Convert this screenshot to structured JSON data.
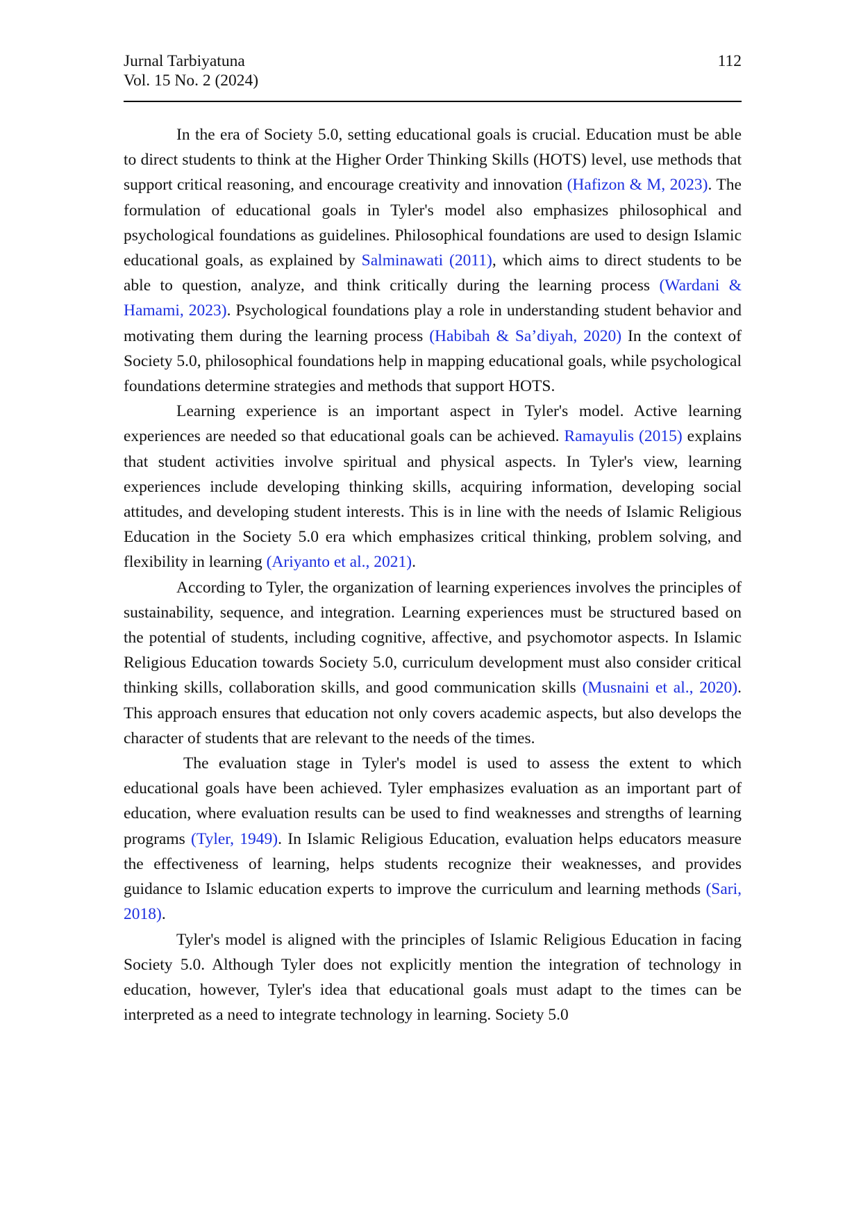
{
  "header": {
    "journal": "Jurnal Tarbiyatuna",
    "volume": "Vol. 15 No. 2 (2024)",
    "page_number": "112"
  },
  "paragraphs": [
    [
      {
        "t": "In the era of Society 5.0, setting educational goals is crucial. Education must be able to direct students to think at the Higher Order Thinking Skills (HOTS) level, use methods that support critical reasoning, and encourage creativity and innovation "
      },
      {
        "t": "(Hafizon & M, 2023)",
        "cite": true
      },
      {
        "t": ". The formulation of educational goals in Tyler's model also emphasizes philosophical and psychological foundations as guidelines. Philosophical foundations are used to design Islamic educational goals, as explained by "
      },
      {
        "t": "Salminawati (2011)",
        "cite": true
      },
      {
        "t": ", which aims to direct students to be able to question, analyze, and think critically during the learning process "
      },
      {
        "t": "(Wardani & Hamami, 2023)",
        "cite": true
      },
      {
        "t": ". Psychological foundations play a role in understanding student behavior and motivating them during the learning process "
      },
      {
        "t": "(Habibah & Sa’diyah, 2020)",
        "cite": true
      },
      {
        "t": " In the context of Society 5.0, philosophical foundations help in mapping educational goals, while psychological foundations determine strategies and methods that support HOTS."
      }
    ],
    [
      {
        "t": "Learning experience is an important aspect in Tyler's model. Active learning experiences are needed so that educational goals can be achieved. "
      },
      {
        "t": "Ramayulis (2015)",
        "cite": true
      },
      {
        "t": " explains that student activities involve spiritual and physical aspects. In Tyler's view, learning experiences include developing thinking skills, acquiring information, developing social attitudes, and developing student interests. This is in line with the needs of Islamic Religious Education in the Society 5.0 era which emphasizes critical thinking, problem solving, and flexibility in learning "
      },
      {
        "t": "(Ariyanto et al., 2021)",
        "cite": true
      },
      {
        "t": "."
      }
    ],
    [
      {
        "t": "According to Tyler, the organization of learning experiences involves the principles of sustainability, sequence, and integration. Learning experiences must be structured based on the potential of students, including cognitive, affective, and psychomotor aspects. In Islamic Religious Education towards Society 5.0, curriculum development must also consider critical thinking skills, collaboration skills, and good communication skills "
      },
      {
        "t": "(Musnaini et al., 2020)",
        "cite": true
      },
      {
        "t": ". This approach ensures that education not only covers academic aspects, but also develops the character of students that are relevant to the needs of the times."
      }
    ],
    [
      {
        "t": "The evaluation stage in Tyler's model is used to assess the extent to which educational goals have been achieved. Tyler emphasizes evaluation as an important part of education, where evaluation results can be used to find weaknesses and strengths of learning programs "
      },
      {
        "t": "(Tyler, 1949)",
        "cite": true
      },
      {
        "t": ". In Islamic Religious Education, evaluation helps educators measure the effectiveness of learning, helps students recognize their weaknesses, and provides guidance to Islamic education experts to improve the curriculum and learning methods "
      },
      {
        "t": "(Sari, 2018)",
        "cite": true
      },
      {
        "t": "."
      }
    ],
    [
      {
        "t": "Tyler's model is aligned with the principles of Islamic Religious Education in facing Society 5.0. Although Tyler does not explicitly mention the integration of technology in education, however, Tyler's idea that educational goals must adapt to the times can be interpreted as a need to integrate technology in learning. Society 5.0"
      }
    ]
  ],
  "colors": {
    "text": "#111111",
    "citation": "#1b2ee0",
    "rule": "#000000"
  }
}
